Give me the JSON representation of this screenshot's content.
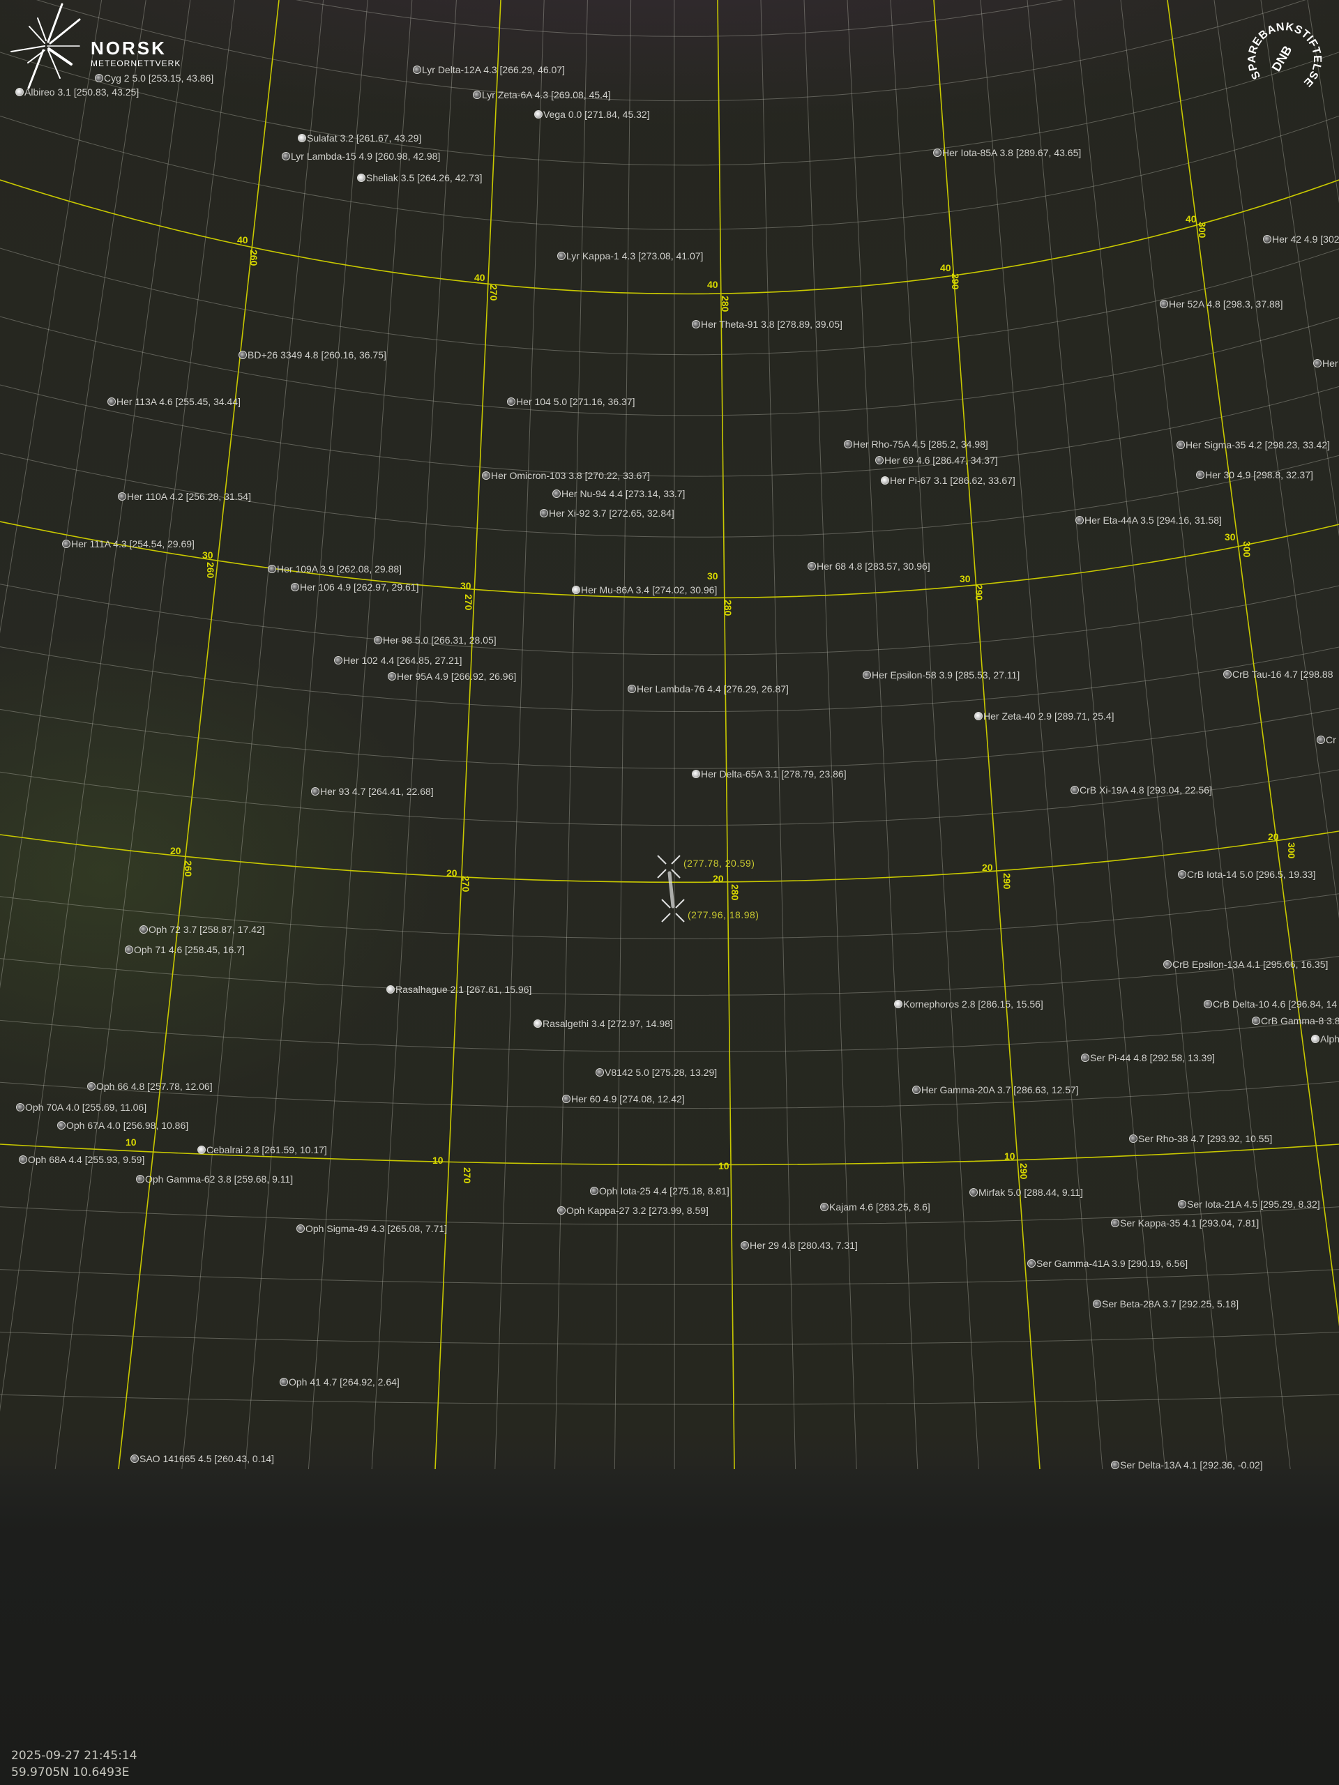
{
  "logos": {
    "left": {
      "line1": "NORSK",
      "line2": "METEORNETTVERK"
    },
    "right": {
      "ring": "SPAREBANKSTIFTELSEN",
      "center": "DNB"
    }
  },
  "grid": {
    "dec_labels": [
      "40",
      "30",
      "20",
      "10"
    ],
    "ra_labels": [
      "260",
      "270",
      "280",
      "290",
      "300"
    ]
  },
  "meteor": {
    "start_label": "(277.78, 20.59)",
    "end_label": "(277.96, 18.98)"
  },
  "stars": [
    {
      "label": "Albireo 3.1 [250.83, 43.25]"
    },
    {
      "label": "Cyg 2 5.0 [253.15, 43.86]"
    },
    {
      "label": "Lyr Delta-12A 4.3 [266.29, 46.07]"
    },
    {
      "label": "Lyr Zeta-6A 4.3 [269.08, 45.4]"
    },
    {
      "label": "Vega 0.0 [271.84, 45.32]"
    },
    {
      "label": "Sulafat 3.2 [261.67, 43.29]"
    },
    {
      "label": "Lyr Lambda-15 4.9 [260.98, 42.98]"
    },
    {
      "label": "Sheliak 3.5 [264.26, 42.73]"
    },
    {
      "label": "Her Iota-85A 3.8 [289.67, 43.65]"
    },
    {
      "label": "Her 42 4.9 [302"
    },
    {
      "label": "Lyr Kappa-1 4.3 [273.08, 41.07]"
    },
    {
      "label": "Her 52A 4.8 [298.3, 37.88]"
    },
    {
      "label": "Her Theta-91 3.8 [278.89, 39.05]"
    },
    {
      "label": "BD+26 3349 4.8 [260.16, 36.75]"
    },
    {
      "label": "Her"
    },
    {
      "label": "Her 113A 4.6 [255.45, 34.44]"
    },
    {
      "label": "Her 104 5.0 [271.16, 36.37]"
    },
    {
      "label": "Her Rho-75A 4.5 [285.2, 34.98]"
    },
    {
      "label": "Her 69 4.6 [286.47, 34.37]"
    },
    {
      "label": "Her Sigma-35 4.2 [298.23, 33.42]"
    },
    {
      "label": "Her 30 4.9 [298.8, 32.37]"
    },
    {
      "label": "Her Pi-67 3.1 [286.62, 33.67]"
    },
    {
      "label": "Her Omicron-103 3.8 [270.22, 33.67]"
    },
    {
      "label": "Her Nu-94 4.4 [273.14, 33.7]"
    },
    {
      "label": "Her 110A 4.2 [256.28, 31.54]"
    },
    {
      "label": "Her Xi-92 3.7 [272.65, 32.84]"
    },
    {
      "label": "Her Eta-44A 3.5 [294.16, 31.58]"
    },
    {
      "label": "Her 111A 4.3 [254.54, 29.69]"
    },
    {
      "label": "Her 68 4.8 [283.57, 30.96]"
    },
    {
      "label": "Her 109A 3.9 [262.08, 29.88]"
    },
    {
      "label": "Her 106 4.9 [262.97, 29.61]"
    },
    {
      "label": "Her Mu-86A 3.4 [274.02, 30.96]"
    },
    {
      "label": "Her 98 5.0 [266.31, 28.05]"
    },
    {
      "label": "Her 102 4.4 [264.85, 27.21]"
    },
    {
      "label": "Her 95A 4.9 [266.92, 26.96]"
    },
    {
      "label": "Her Lambda-76 4.4 [276.29, 26.87]"
    },
    {
      "label": "Her Epsilon-58 3.9 [285.53, 27.11]"
    },
    {
      "label": "CrB Tau-16 4.7 [298.88"
    },
    {
      "label": "Her Zeta-40 2.9 [289.71, 25.4]"
    },
    {
      "label": "Cr"
    },
    {
      "label": "Her Delta-65A 3.1 [278.79, 23.86]"
    },
    {
      "label": "Her 93 4.7 [264.41, 22.68]"
    },
    {
      "label": "CrB Xi-19A 4.8 [293.04, 22.56]"
    },
    {
      "label": "CrB Iota-14 5.0 [296.5, 19.33]"
    },
    {
      "label": "Oph 72 3.7 [258.87, 17.42]"
    },
    {
      "label": "Oph 71 4.6 [258.45, 16.7]"
    },
    {
      "label": "CrB Epsilon-13A 4.1 [295.66, 16.35]"
    },
    {
      "label": "Rasalhague 2.1 [267.61, 15.96]"
    },
    {
      "label": "Kornephoros 2.8 [286.15, 15.56]"
    },
    {
      "label": "CrB Delta-10 4.6 [296.84, 14"
    },
    {
      "label": "CrB Gamma-8 3.8"
    },
    {
      "label": "Alph"
    },
    {
      "label": "Rasalgethi 3.4 [272.97, 14.98]"
    },
    {
      "label": "Ser Pi-44 4.8 [292.58, 13.39]"
    },
    {
      "label": "V8142 5.0 [275.28, 13.29]"
    },
    {
      "label": "Oph 66 4.8 [257.78, 12.06]"
    },
    {
      "label": "Her Gamma-20A 3.7 [286.63, 12.57]"
    },
    {
      "label": "Her 60 4.9 [274.08, 12.42]"
    },
    {
      "label": "Oph 70A 4.0 [255.69, 11.06]"
    },
    {
      "label": "Oph 67A 4.0 [256.98, 10.86]"
    },
    {
      "label": "Ser Rho-38 4.7 [293.92, 10.55]"
    },
    {
      "label": "Cebalrai 2.8 [261.59, 10.17]"
    },
    {
      "label": "Oph 68A 4.4 [255.93, 9.59]"
    },
    {
      "label": "Oph Gamma-62 3.8 [259.68, 9.11]"
    },
    {
      "label": "Mirfak 5.0 [288.44, 9.11]"
    },
    {
      "label": "Oph Iota-25 4.4 [275.18, 8.81]"
    },
    {
      "label": "Oph Kappa-27 3.2 [273.99, 8.59]"
    },
    {
      "label": "Kajam 4.6 [283.25, 8.6]"
    },
    {
      "label": "Ser Iota-21A 4.5 [295.29, 8.32]"
    },
    {
      "label": "Ser Kappa-35 4.1 [293.04, 7.81]"
    },
    {
      "label": "Oph Sigma-49 4.3 [265.08, 7.71]"
    },
    {
      "label": "Her 29 4.8 [280.43, 7.31]"
    },
    {
      "label": "Ser Gamma-41A 3.9 [290.19, 6.56]"
    },
    {
      "label": "Ser Beta-28A 3.7 [292.25, 5.18]"
    },
    {
      "label": "Oph 41 4.7 [264.92, 2.64]"
    },
    {
      "label": "SAO 141665 4.5 [260.43, 0.14]"
    },
    {
      "label": "Ser Delta-13A 4.1 [292.36, -0.02]"
    }
  ],
  "footer": {
    "timestamp": "2025-09-27 21:45:14",
    "location": "59.9705N 10.6493E"
  }
}
